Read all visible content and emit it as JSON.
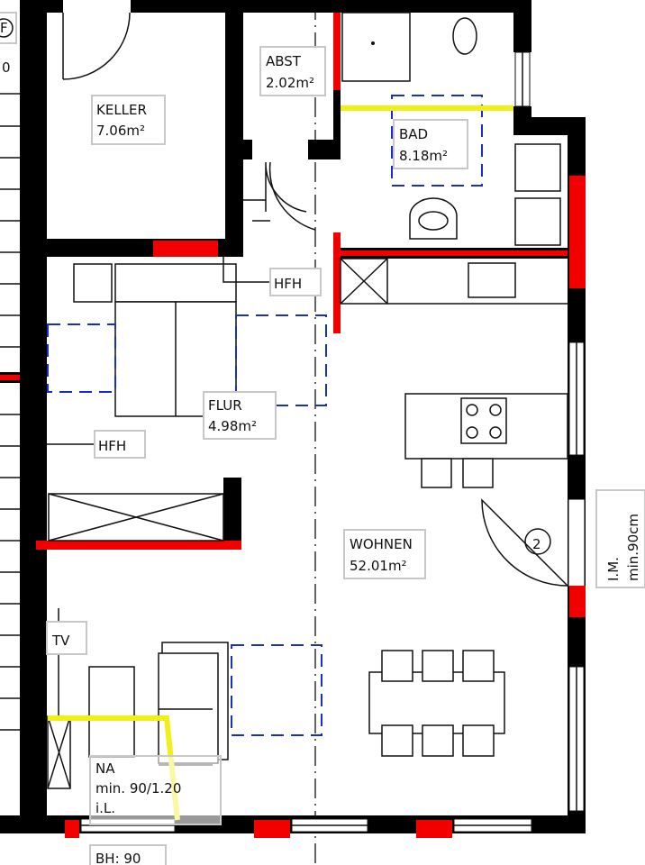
{
  "rooms": {
    "keller": {
      "name": "KELLER",
      "area": "7.06m²"
    },
    "abst": {
      "name": "ABST",
      "area": "2.02m²"
    },
    "bad": {
      "name": "BAD",
      "area": "8.18m²"
    },
    "flur": {
      "name": "FLUR",
      "area": "4.98m²"
    },
    "wohnen": {
      "name": "WOHNEN",
      "area": "52.01m²"
    }
  },
  "annotations": {
    "hfh_1": "HFH",
    "hfh_2": "HFH",
    "tv": "TV",
    "na_line1": "NA",
    "na_line2": "min.  90/1.20",
    "na_line3": "i.L.",
    "bh": "BH:  90",
    "im_line1": "I.M.",
    "im_line2": "min.90cm",
    "door_number": "2",
    "edge_symbol": "F",
    "edge_number": "0"
  },
  "colors": {
    "wall": "#000000",
    "wall_new": "#f20000",
    "clearance": "#1a2fc0",
    "accessible_path": "#f2ee1a"
  }
}
